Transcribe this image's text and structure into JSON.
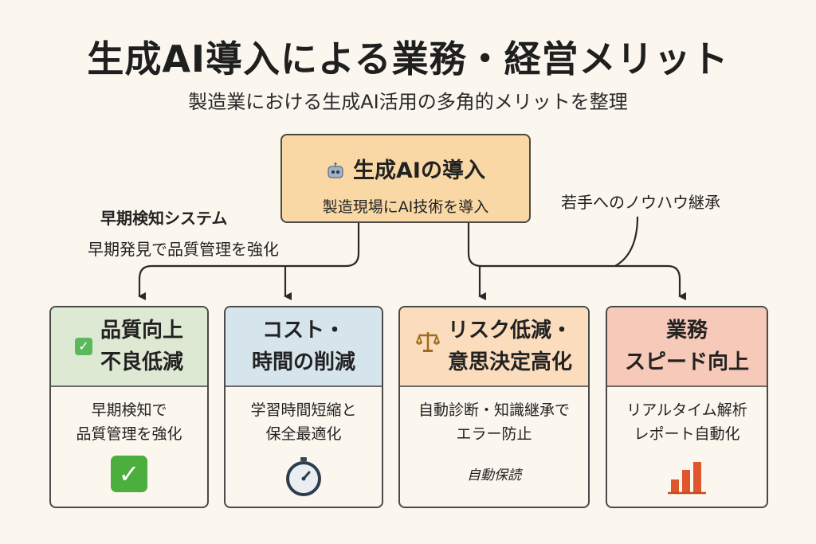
{
  "header": {
    "title": "生成AI導入による業務・経営メリット",
    "subtitle": "製造業における生成AI活用の多角的メリットを整理"
  },
  "root": {
    "icon": "robot-icon",
    "title": "生成AIの導入",
    "description": "製造現場にAI技術を導入"
  },
  "side_left": {
    "title": "早期検知システム",
    "description": "早期発見で品質管理を強化"
  },
  "side_right": {
    "title": "若手へのノウハウ継承"
  },
  "cards": [
    {
      "title_line1": "品質向上",
      "title_line2": "不良低減",
      "head_icon": "check-icon",
      "head_color": "#dde9d2",
      "line1": "早期検知で",
      "line2": "品質管理を強化",
      "icon": "check-icon"
    },
    {
      "title_line1": "コスト・",
      "title_line2": "時間の削減",
      "head_color": "#d6e4ec",
      "line1": "学習時間短縮と",
      "line2": "保全最適化",
      "icon": "stopwatch-icon"
    },
    {
      "title_line1": "リスク低減・",
      "title_line2": "意思決定高化",
      "head_icon": "scales-icon",
      "head_color": "#fbdcbc",
      "line1": "自動診断・知識継承で",
      "line2": "エラー防止",
      "note": "自動保読"
    },
    {
      "title_line1": "業務",
      "title_line2": "スピード向上",
      "head_color": "#f6c9b8",
      "line1": "リアルタイム解析",
      "line2": "レポート自動化",
      "icon": "bar-chart-icon"
    }
  ]
}
